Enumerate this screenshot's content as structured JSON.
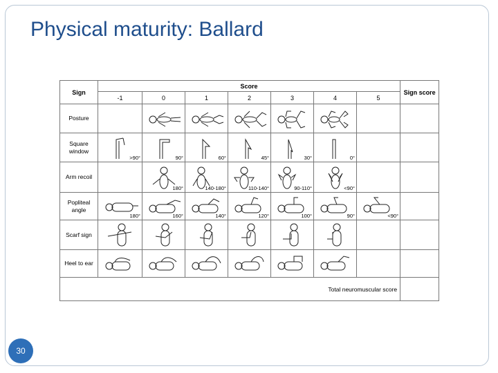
{
  "slide": {
    "title": "Physical maturity: Ballard",
    "number": "30"
  },
  "table": {
    "sign_header": "Sign",
    "score_header": "Score",
    "sign_score_header": "Sign score",
    "scores": [
      "-1",
      "0",
      "1",
      "2",
      "3",
      "4",
      "5"
    ],
    "rows": [
      {
        "sign": "Posture",
        "cells": [
          "",
          "",
          "",
          "",
          "",
          "",
          ""
        ]
      },
      {
        "sign": "Square window",
        "cells": [
          ">90°",
          "90°",
          "60°",
          "45°",
          "30°",
          "0°",
          ""
        ]
      },
      {
        "sign": "Arm recoil",
        "cells": [
          "",
          "180°",
          "140-180°",
          "110-140°",
          "90-110°",
          "<90°",
          ""
        ]
      },
      {
        "sign": "Popliteal angle",
        "cells": [
          "180°",
          "160°",
          "140°",
          "120°",
          "100°",
          "90°",
          "<90°"
        ]
      },
      {
        "sign": "Scarf sign",
        "cells": [
          "",
          "",
          "",
          "",
          "",
          "",
          ""
        ]
      },
      {
        "sign": "Heel to ear",
        "cells": [
          "",
          "",
          "",
          "",
          "",
          "",
          ""
        ]
      }
    ],
    "total_label": "Total neuromuscular score"
  }
}
